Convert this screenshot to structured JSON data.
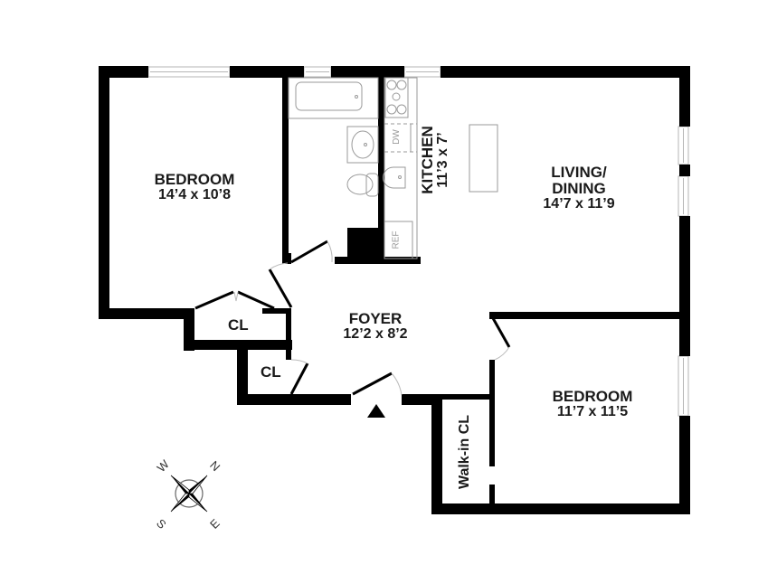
{
  "floor_plan": {
    "rooms": [
      {
        "id": "bedroom-1",
        "name": "BEDROOM",
        "dimensions": "14’4 x 10’8"
      },
      {
        "id": "kitchen",
        "name": "KITCHEN",
        "dimensions": "11’3 x 7’"
      },
      {
        "id": "living-dining",
        "name_line1": "LIVING/",
        "name_line2": "DINING",
        "dimensions": "14’7 x 11’9"
      },
      {
        "id": "foyer",
        "name": "FOYER",
        "dimensions": "12’2 x 8’2"
      },
      {
        "id": "bedroom-2",
        "name": "BEDROOM",
        "dimensions": "11’7 x 11’5"
      }
    ],
    "closets": [
      {
        "id": "closet-1",
        "label": "CL"
      },
      {
        "id": "closet-2",
        "label": "CL"
      },
      {
        "id": "walk-in-closet",
        "label": "Walk-in CL"
      }
    ],
    "fixtures": {
      "dishwasher": "DW",
      "refrigerator": "REF"
    },
    "compass": {
      "north": "N",
      "south": "S",
      "east": "E",
      "west": "W"
    },
    "colors": {
      "wall": "#000000",
      "fixture_line": "#9a9a9a",
      "window": "#cfcfcf",
      "background": "#ffffff"
    }
  }
}
